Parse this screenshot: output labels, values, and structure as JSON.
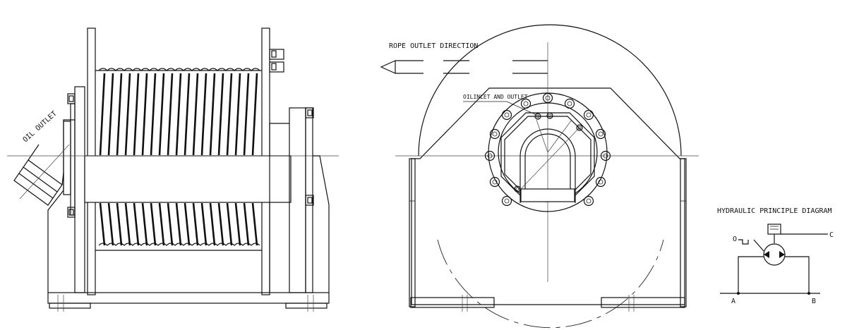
{
  "side_view": {
    "oil_outlet_label": "OIL OUTLET"
  },
  "front_view": {
    "rope_outlet_label": "ROPE OUTLET DIRECTION",
    "oil_inlet_outlet_label": "OILINLET AND OUTLET"
  },
  "hydraulic_diagram": {
    "title": "HYDRAULIC PRINCIPLE DIAGRAM",
    "port_o": "O",
    "port_c": "C",
    "port_a": "A",
    "port_b": "B"
  }
}
